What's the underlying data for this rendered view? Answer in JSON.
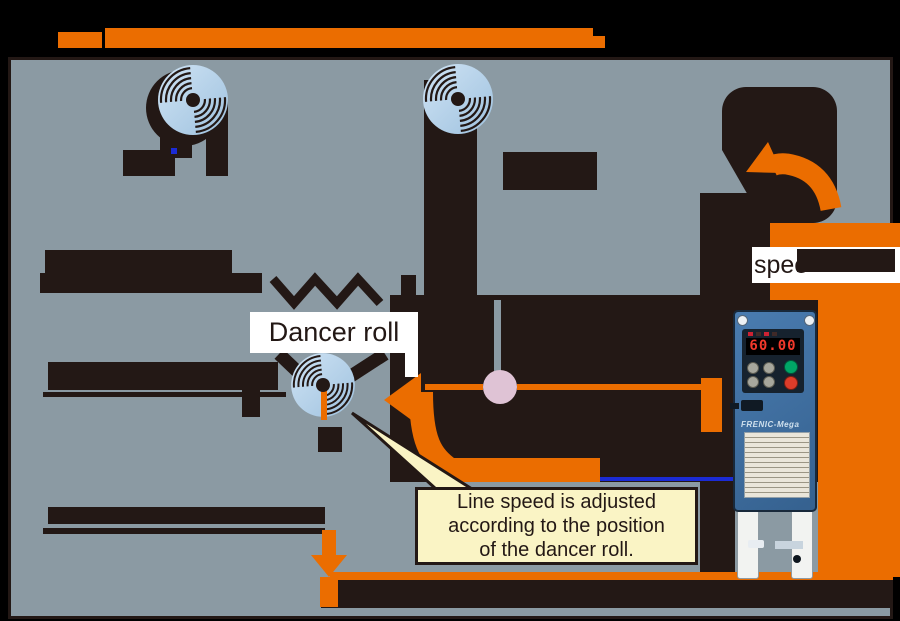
{
  "labels": {
    "dancer_roll": "Dancer roll",
    "speed_partial": "spee",
    "callout_line1": "Line speed is adjusted",
    "callout_line2": "according to the position",
    "callout_line3": "of the dancer roll."
  },
  "inverter": {
    "display_value": "60.00",
    "brand": "FRENIC-Mega"
  },
  "colors": {
    "accent_orange": "#EB6D00",
    "panel_gray": "#8B9AA3",
    "ink_dark": "#231815",
    "roll_blue": "#BFD9EE",
    "pink_pivot": "#DFC3D5",
    "signal_blue": "#1B2BD5",
    "callout_yellow": "#FAF4C5",
    "inverter_blue": "#3F72A3",
    "display_red": "#E5372E"
  }
}
